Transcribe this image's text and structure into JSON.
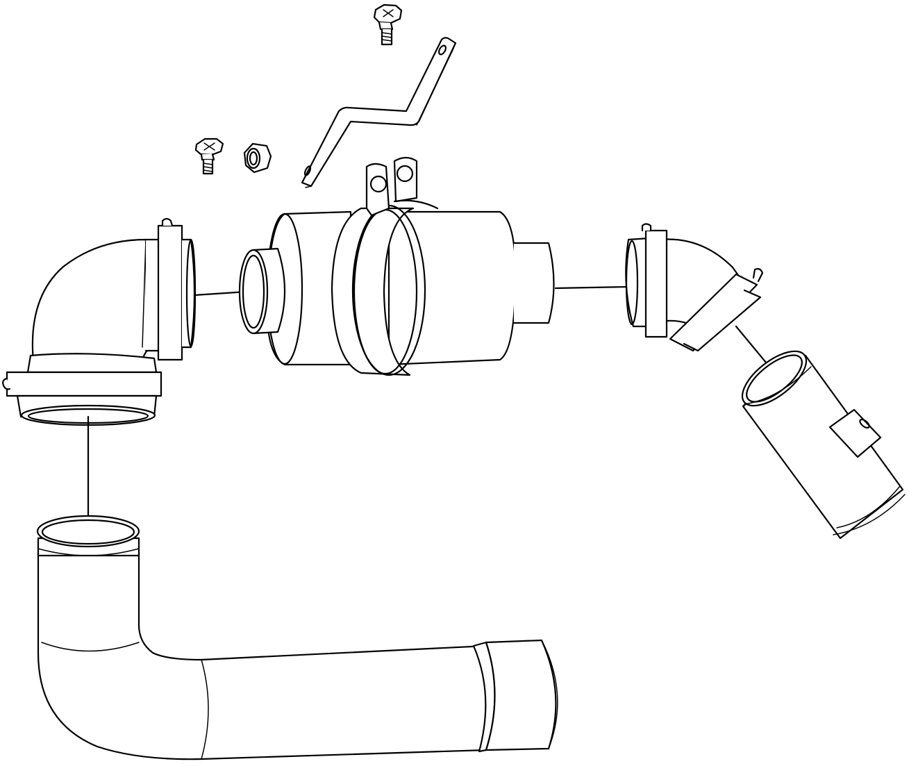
{
  "diagram": {
    "type": "exploded-parts-line-drawing",
    "line_color": "#000000",
    "background_color": "#ffffff",
    "parts": [
      "bolt",
      "mounting-bracket",
      "bolt",
      "flange-nut",
      "90-degree-elbow-with-clamp",
      "filter-housing-with-clamp",
      "45-degree-elbow-with-clamps",
      "straight-pipe-section",
      "j-bend-pipe"
    ]
  }
}
